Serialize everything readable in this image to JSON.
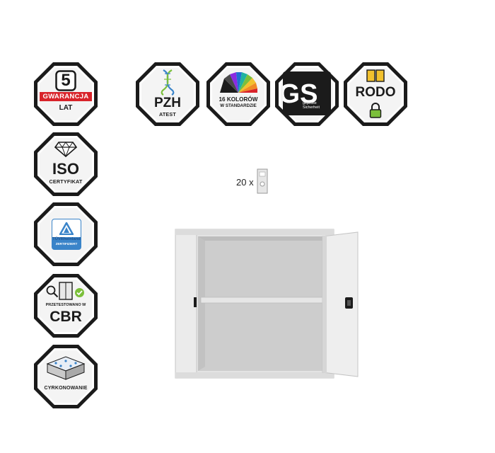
{
  "badges": {
    "warranty": {
      "number": "5",
      "ribbon": "GWARANCJA",
      "unit": "LAT"
    },
    "pzh": {
      "title": "PZH",
      "subtitle": "ATEST"
    },
    "colors": {
      "line1": "16 KOLORÓW",
      "line2": "W STANDARDZIE"
    },
    "gs": {
      "logo": "GS",
      "caption1": "geprüfte",
      "caption2": "Sicherheit"
    },
    "rodo": {
      "title": "RODO"
    },
    "iso": {
      "title": "ISO",
      "subtitle": "CERTYFIKAT"
    },
    "tuv": {
      "name": "TÜVRheinland",
      "label": "ZERTIFIZIERT"
    },
    "cbr": {
      "caption": "PRZETESTOWANO W",
      "title": "CBR"
    },
    "cyrk": {
      "title": "CYRKONOWANIE"
    }
  },
  "capacity": {
    "label": "20 x"
  },
  "colors": {
    "badge_frame": "#1b1b1b",
    "ribbon_red": "#d8232a",
    "tuv_blue": "#3a84c9",
    "cabinet_light": "#e6e6e6",
    "cabinet_shade": "#cfcfcf",
    "check_green": "#7bbf3a"
  }
}
